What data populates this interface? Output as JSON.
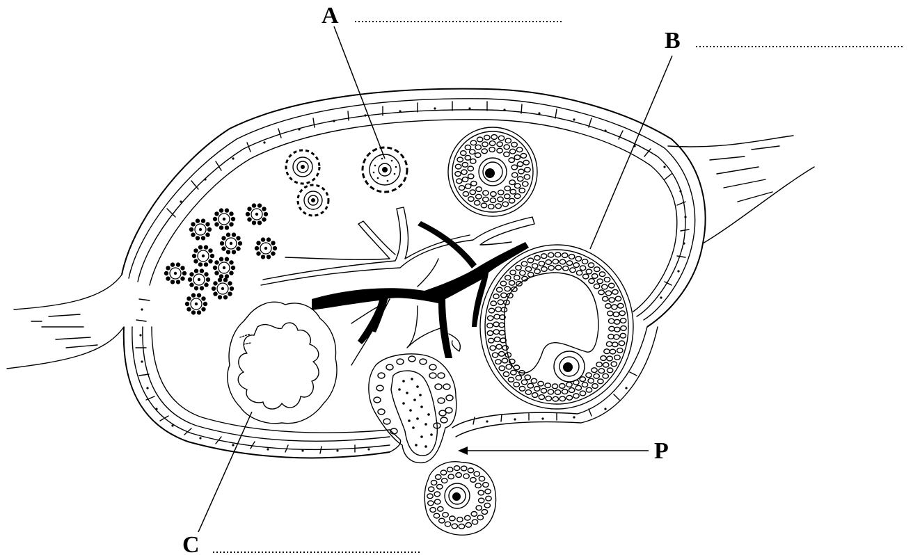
{
  "labels": {
    "a": "A",
    "b": "B",
    "c": "C",
    "p": "P"
  }
}
